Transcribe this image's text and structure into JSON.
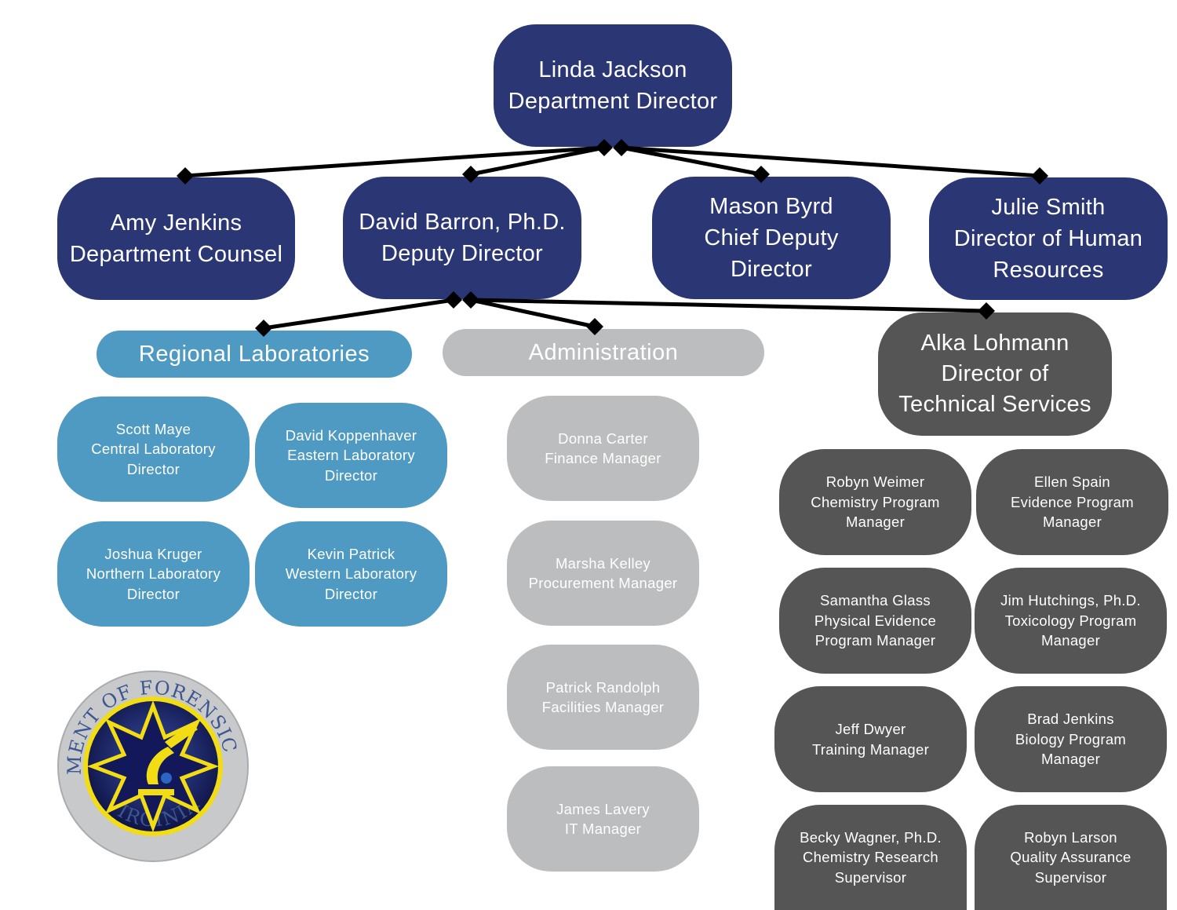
{
  "colors": {
    "navy": "#2b3674",
    "blue": "#4e9ac2",
    "light_gray": "#bcbdbe",
    "dark_gray": "#555555",
    "connector": "#000000",
    "seal_ring": "#c8c9cb",
    "seal_text": "#3d5690",
    "seal_gold": "#f2dd14"
  },
  "director": {
    "line1": "Linda Jackson",
    "line2": "Department Director"
  },
  "counsel": {
    "line1": "Amy Jenkins",
    "line2": "Department Counsel"
  },
  "deputy": {
    "line1": "David Barron, Ph.D.",
    "line2": "Deputy Director"
  },
  "chief_deputy": {
    "line1": "Mason Byrd",
    "line2": "Chief Deputy",
    "line3": "Director"
  },
  "hr": {
    "line1": "Julie Smith",
    "line2": "Director of Human",
    "line3": "Resources"
  },
  "regional": {
    "header": "Regional Laboratories",
    "cards": [
      {
        "name": "Scott Maye",
        "title1": "Central Laboratory",
        "title2": "Director"
      },
      {
        "name": "David Koppenhaver",
        "title1": "Eastern Laboratory",
        "title2": "Director"
      },
      {
        "name": "Joshua Kruger",
        "title1": "Northern Laboratory",
        "title2": "Director"
      },
      {
        "name": "Kevin Patrick",
        "title1": "Western Laboratory",
        "title2": "Director"
      }
    ]
  },
  "administration": {
    "header": "Administration",
    "cards": [
      {
        "name": "Donna Carter",
        "title": "Finance Manager"
      },
      {
        "name": "Marsha Kelley",
        "title": "Procurement Manager"
      },
      {
        "name": "Patrick Randolph",
        "title": "Facilities Manager"
      },
      {
        "name": "James Lavery",
        "title": "IT Manager"
      }
    ]
  },
  "technical": {
    "director": {
      "line1": "Alka Lohmann",
      "line2": "Director of",
      "line3": "Technical Services"
    },
    "cards": [
      {
        "l1": "Robyn Weimer",
        "l2": "Chemistry Program",
        "l3": "Manager"
      },
      {
        "l1": "Ellen Spain",
        "l2": "Evidence Program",
        "l3": "Manager"
      },
      {
        "l1": "Samantha Glass",
        "l2": "Physical Evidence",
        "l3": "Program Manager"
      },
      {
        "l1": "Jim Hutchings, Ph.D.",
        "l2": "Toxicology Program",
        "l3": "Manager"
      },
      {
        "l1": "Jeff Dwyer",
        "l2": "Training Manager"
      },
      {
        "l1": "Brad Jenkins",
        "l2": "Biology Program",
        "l3": "Manager"
      },
      {
        "l1": "Becky Wagner, Ph.D.",
        "l2": "Chemistry Research",
        "l3": "Supervisor"
      },
      {
        "l1": "Robyn Larson",
        "l2": "Quality Assurance",
        "l3": "Supervisor"
      }
    ]
  },
  "seal": {
    "top_text": "DEPARTMENT OF FORENSIC SCIENCE",
    "bottom_text": "VIRGINIA"
  }
}
